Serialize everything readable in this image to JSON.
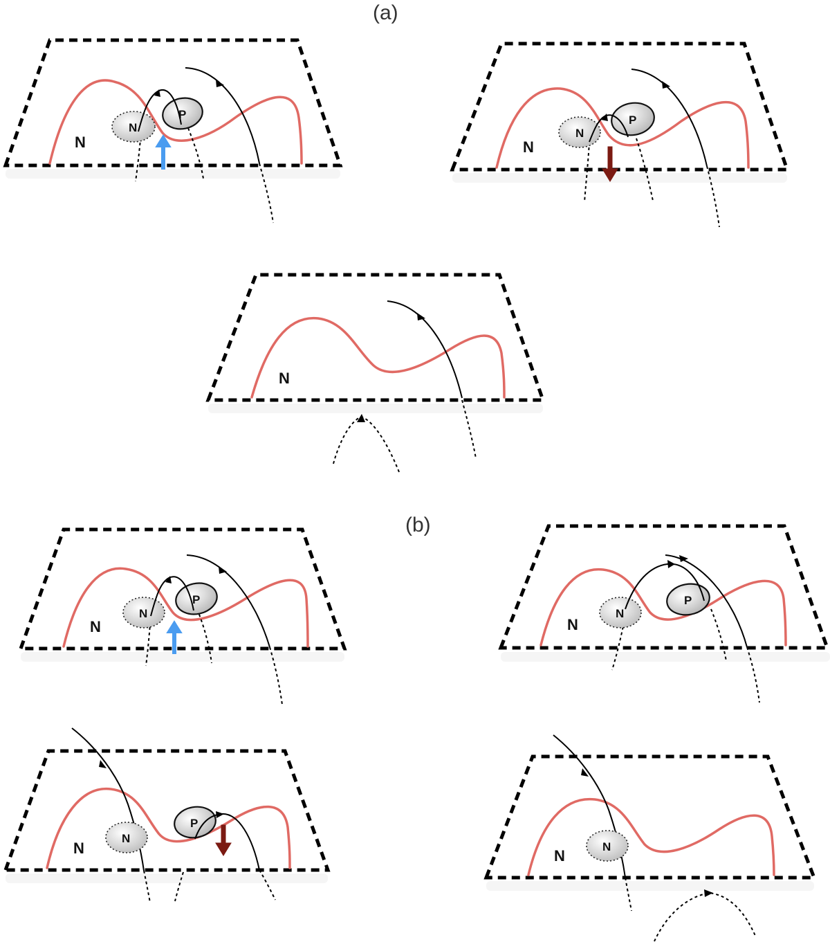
{
  "labels": {
    "panel_a": "(a)",
    "panel_b": "(b)",
    "region": "N",
    "negative_polarity": "N",
    "positive_polarity": "P"
  },
  "colors": {
    "polarity_inversion_line": "#e06a64",
    "upward_arrow": "#4a9cf0",
    "downward_arrow": "#7b1a12",
    "dashed_plane": "#000000"
  }
}
